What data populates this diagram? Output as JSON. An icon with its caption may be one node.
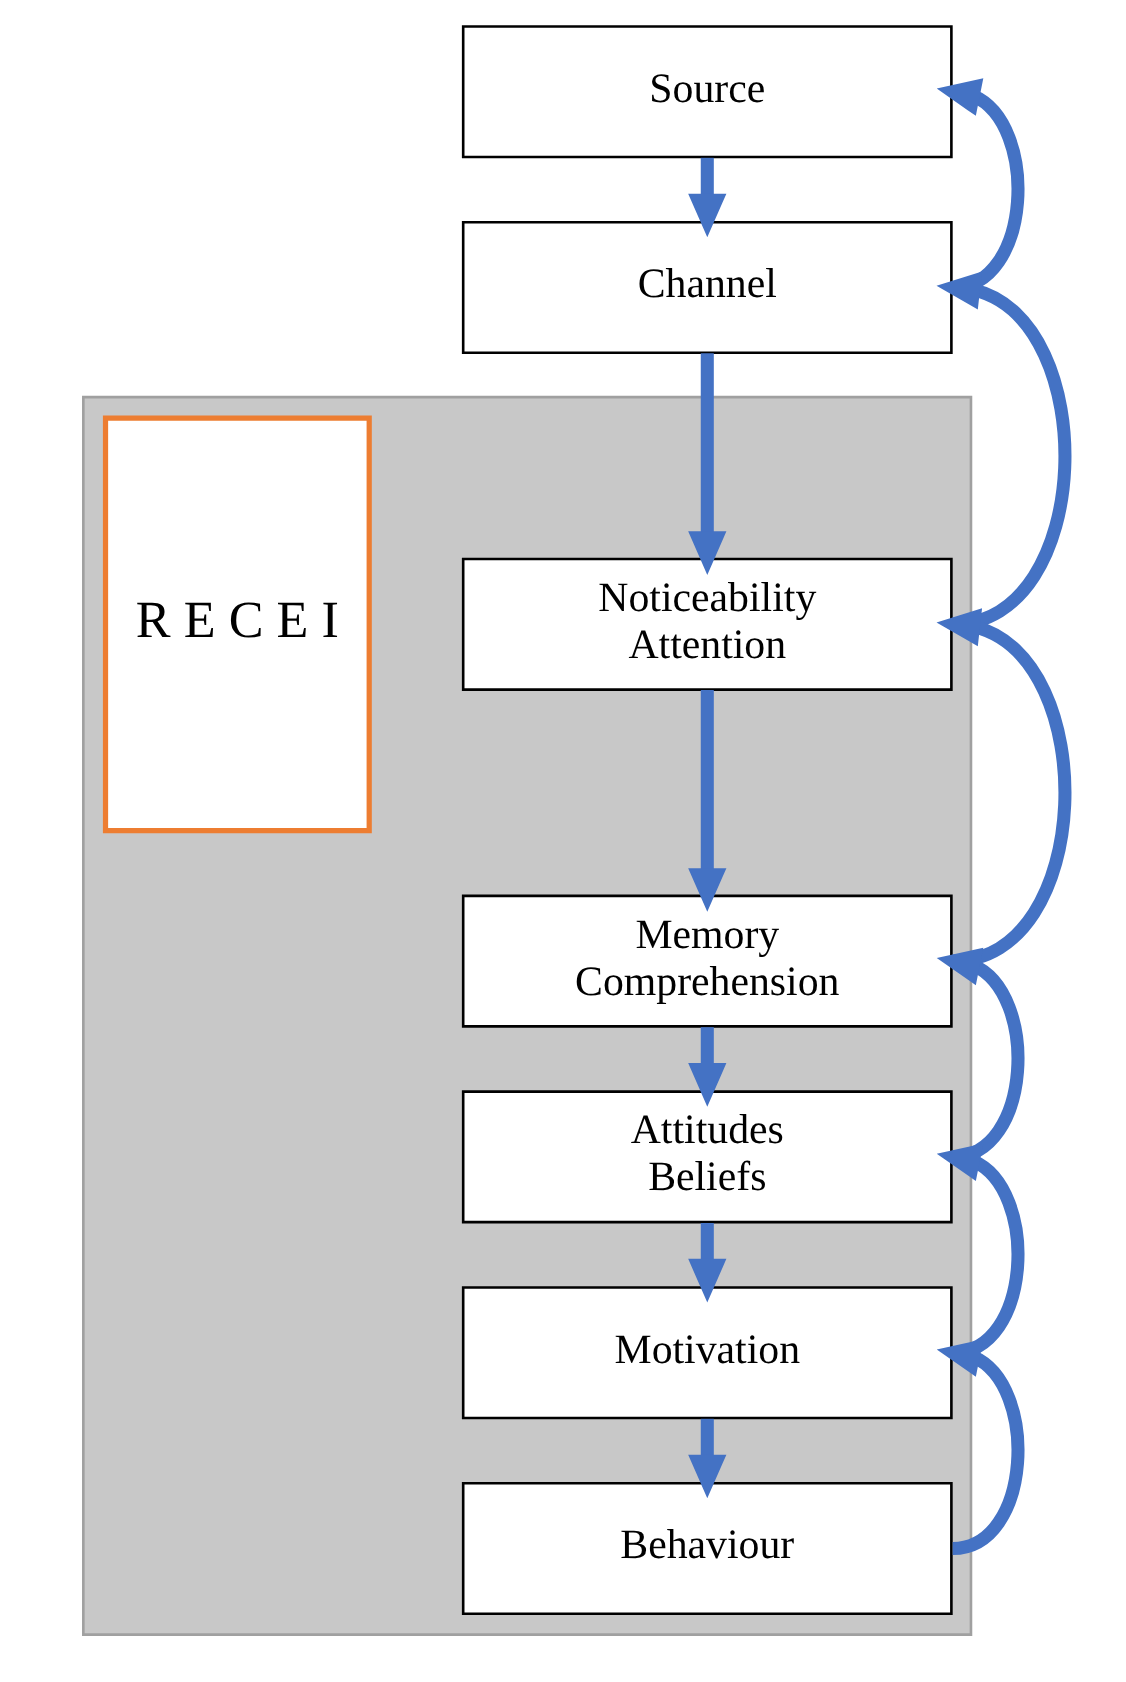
{
  "diagram": {
    "nodes": [
      {
        "text": [
          "Source"
        ]
      },
      {
        "text": [
          "Channel"
        ]
      },
      {
        "text": [],
        "shape": "box"
      },
      {
        "text": [
          "Noticeability",
          "Attention"
        ],
        "in": 2
      },
      {
        "text": [
          "Memory",
          "Comprehension"
        ],
        "in": 2
      },
      {
        "text": [
          "Attitudes",
          "Beliefs"
        ],
        "in": 2
      },
      {
        "text": [
          "Motivation"
        ],
        "in": 2
      },
      {
        "text": [
          "Behaviour"
        ],
        "in": 2
      },
      {
        "text": [
          "R E C E I"
        ],
        "in": 2
      }
    ],
    "edges": [
      {
        "from": 0,
        "to": 1,
        "arrow": "to"
      },
      {
        "from": 1,
        "to": 3,
        "arrow": "to"
      },
      {
        "from": 3,
        "to": 4,
        "arrow": "to"
      },
      {
        "from": 4,
        "to": 5,
        "arrow": "to"
      },
      {
        "from": 5,
        "to": 6,
        "arrow": "to"
      },
      {
        "from": 6,
        "to": 7,
        "arrow": "to"
      },
      {
        "from": 1,
        "to": 0,
        "arrow": "to"
      },
      {
        "from": 3,
        "to": 1,
        "arrow": "to"
      },
      {
        "from": 4,
        "to": 3,
        "arrow": "to"
      },
      {
        "from": 5,
        "to": 4,
        "arrow": "to"
      },
      {
        "from": 6,
        "to": 5,
        "arrow": "to"
      },
      {
        "from": 7,
        "to": 6,
        "arrow": "to"
      }
    ]
  }
}
